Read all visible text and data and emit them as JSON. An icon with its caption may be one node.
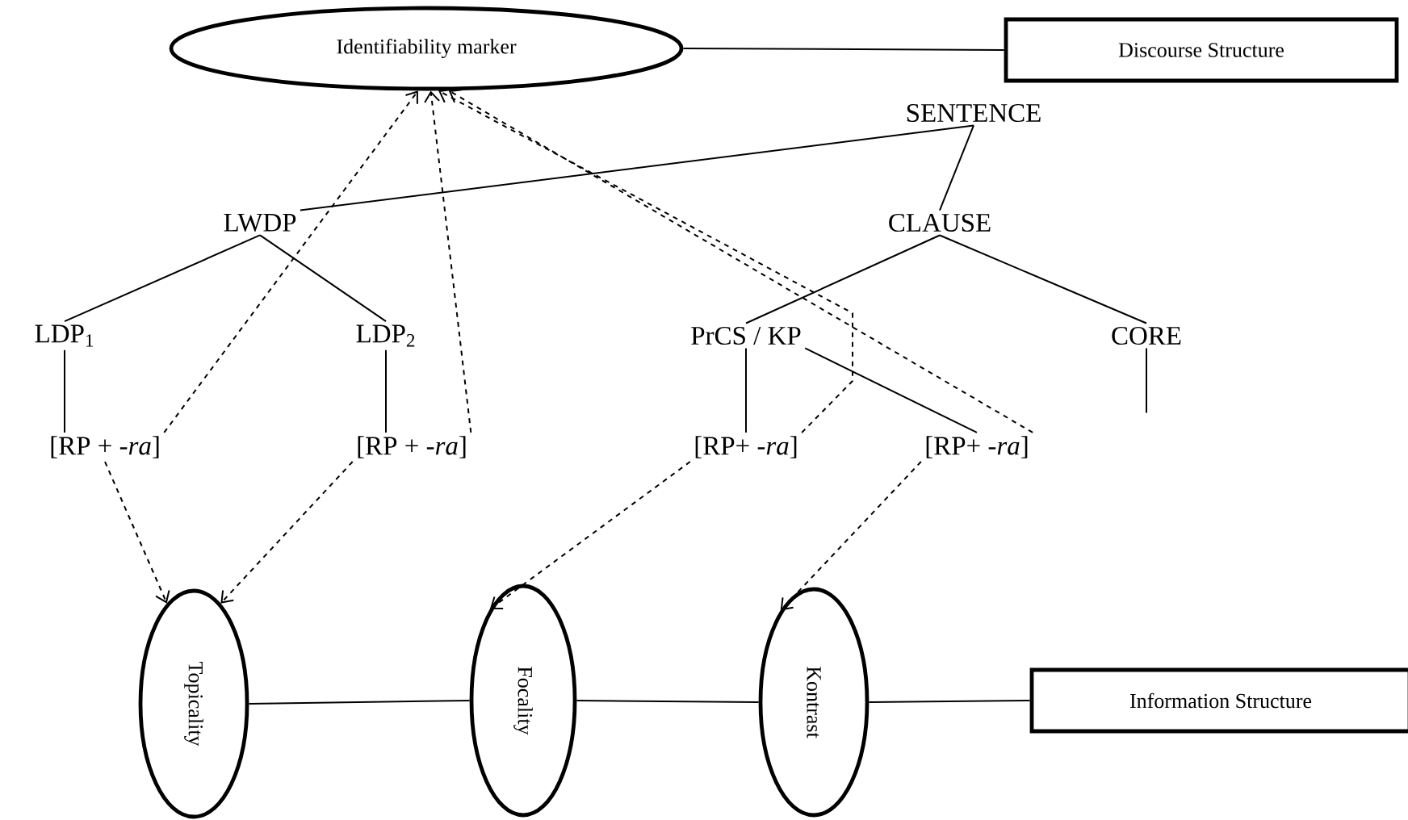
{
  "diagram": {
    "nodes": [
      {
        "text": [
          "Identifiability marker"
        ]
      },
      {
        "text": [
          "Discourse Structure"
        ]
      },
      {
        "text": [
          "SENTENCE"
        ]
      },
      {
        "text": [
          "LWDP"
        ]
      },
      {
        "text": [
          "CLAUSE"
        ]
      },
      {
        "text": [
          "LDP$_{1}$"
        ]
      },
      {
        "text": [
          "LDP$_{2}$"
        ]
      },
      {
        "text": [
          "PrCS / KP"
        ]
      },
      {
        "text": [
          "CORE"
        ]
      },
      {
        "text": [
          "[RP + -*ra*]"
        ]
      },
      {
        "text": [
          "[RP + -*ra*]"
        ]
      },
      {
        "text": [
          "[RP+ -*ra*]"
        ]
      },
      {
        "text": [
          "[RP+ -*ra*]"
        ]
      },
      {
        "text": [
          "Topicality"
        ]
      },
      {
        "text": [
          "Focality"
        ]
      },
      {
        "text": [
          "Kontrast"
        ]
      },
      {
        "text": [
          "Information Structure"
        ]
      }
    ],
    "edges": [
      {
        "from": 0,
        "to": 1,
        "arrow": "none"
      },
      {
        "from": 2,
        "to": 3,
        "arrow": "none"
      },
      {
        "from": 2,
        "to": 4,
        "arrow": "none"
      },
      {
        "from": 3,
        "to": 5,
        "arrow": "none"
      },
      {
        "from": 3,
        "to": 6,
        "arrow": "none"
      },
      {
        "from": 4,
        "to": 7,
        "arrow": "none"
      },
      {
        "from": 4,
        "to": 8,
        "arrow": "none"
      },
      {
        "from": 5,
        "to": 9,
        "arrow": "none"
      },
      {
        "from": 6,
        "to": 10,
        "arrow": "none"
      },
      {
        "from": 7,
        "to": 11,
        "arrow": "none"
      },
      {
        "from": 7,
        "to": 12,
        "arrow": "none"
      },
      {
        "from": 8,
        "to": null,
        "arrow": "none"
      },
      {
        "from": 9,
        "to": 0,
        "arrow": "to",
        "style": "dashed"
      },
      {
        "from": 10,
        "to": 0,
        "arrow": "to",
        "style": "dashed"
      },
      {
        "from": 11,
        "to": 0,
        "arrow": "to",
        "style": "dashed"
      },
      {
        "from": 12,
        "to": 0,
        "arrow": "to",
        "style": "dashed"
      },
      {
        "from": 9,
        "to": 13,
        "arrow": "to",
        "style": "dashed"
      },
      {
        "from": 10,
        "to": 13,
        "arrow": "to",
        "style": "dashed"
      },
      {
        "from": 11,
        "to": 14,
        "arrow": "to",
        "style": "dashed"
      },
      {
        "from": 12,
        "to": 15,
        "arrow": "to",
        "style": "dashed"
      },
      {
        "from": 13,
        "to": 14,
        "arrow": "none"
      },
      {
        "from": 14,
        "to": 15,
        "arrow": "none"
      },
      {
        "from": 15,
        "to": 16,
        "arrow": "none"
      }
    ]
  }
}
